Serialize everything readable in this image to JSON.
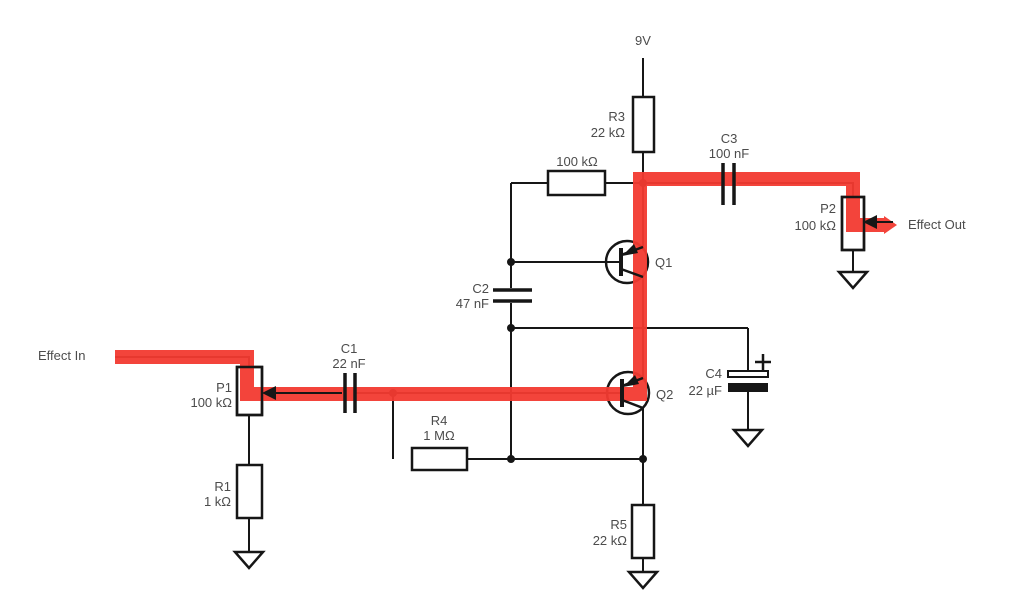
{
  "diagram": {
    "power_label": "9V",
    "input_label": "Effect In",
    "output_label": "Effect Out"
  },
  "components": {
    "r3": {
      "name": "R3",
      "value": "22 kΩ"
    },
    "r_feedback": {
      "value": "100 kΩ"
    },
    "c3": {
      "name": "C3",
      "value": "100 nF"
    },
    "p2": {
      "name": "P2",
      "value": "100 kΩ"
    },
    "q1": {
      "name": "Q1"
    },
    "c2": {
      "name": "C2",
      "value": "47 nF"
    },
    "q2": {
      "name": "Q2"
    },
    "c4": {
      "name": "C4",
      "value": "22 µF"
    },
    "p1": {
      "name": "P1",
      "value": "100 kΩ"
    },
    "c1": {
      "name": "C1",
      "value": "22 nF"
    },
    "r4": {
      "name": "R4",
      "value": "1 MΩ"
    },
    "r1": {
      "name": "R1",
      "value": "1 kΩ"
    },
    "r5": {
      "name": "R5",
      "value": "22 kΩ"
    }
  },
  "highlight": {
    "color": "#f23a30"
  },
  "colors": {
    "wire": "#161616",
    "label": "#4c4c4c"
  }
}
